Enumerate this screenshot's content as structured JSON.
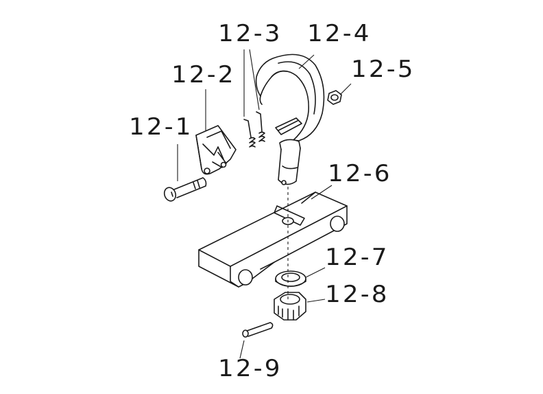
{
  "diagram": {
    "parts": [
      {
        "id": "p1",
        "label": "12-1",
        "icon": "bolt-icon"
      },
      {
        "id": "p2",
        "label": "12-2",
        "icon": "bracket-icon"
      },
      {
        "id": "p3",
        "label": "12-3",
        "icon": "spring-icon"
      },
      {
        "id": "p4",
        "label": "12-4",
        "icon": "hook-icon"
      },
      {
        "id": "p5",
        "label": "12-5",
        "icon": "nut-icon"
      },
      {
        "id": "p6",
        "label": "12-6",
        "icon": "base-bar-icon"
      },
      {
        "id": "p7",
        "label": "12-7",
        "icon": "washer-icon"
      },
      {
        "id": "p8",
        "label": "12-8",
        "icon": "castle-nut-icon"
      },
      {
        "id": "p9",
        "label": "12-9",
        "icon": "cotter-pin-icon"
      }
    ]
  }
}
